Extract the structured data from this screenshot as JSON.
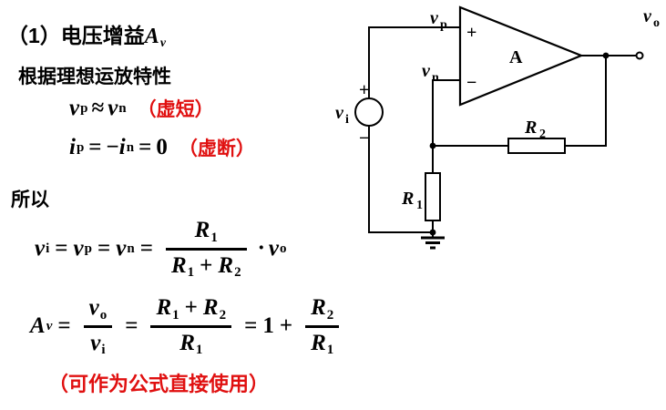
{
  "colors": {
    "accent_red": "#e01010",
    "ink": "#000000"
  },
  "heading": {
    "prefix": "（1）电压增益",
    "var": "A",
    "var_sub": "v"
  },
  "intro": "根据理想运放特性",
  "virtual_short": {
    "v1": "v",
    "v1_sub": "p",
    "rel": "≈",
    "v2": "v",
    "v2_sub": "n",
    "note": "（虚短）"
  },
  "virtual_open": {
    "i1": "i",
    "i1_sub": "p",
    "eq1": "=",
    "neg": "−",
    "i2": "i",
    "i2_sub": "n",
    "eq2": "=",
    "zero": "0",
    "note": "（虚断）"
  },
  "so_word": "所以",
  "formula_vi": {
    "v1": "v",
    "v1_sub": "i",
    "eq1": "=",
    "v2": "v",
    "v2_sub": "p",
    "eq2": "=",
    "v3": "v",
    "v3_sub": "n",
    "eq3": "=",
    "num_r1": "R",
    "num_r1_sub": "1",
    "den_r1": "R",
    "den_r1_sub": "1",
    "den_plus": "+",
    "den_r2": "R",
    "den_r2_sub": "2",
    "cdot": "·",
    "v4": "v",
    "v4_sub": "o"
  },
  "formula_av": {
    "a": "A",
    "a_sub": "v",
    "eq1": "=",
    "f1_num": "v",
    "f1_num_sub": "o",
    "f1_den": "v",
    "f1_den_sub": "i",
    "eq2": "=",
    "f2n_r1": "R",
    "f2n_r1_sub": "1",
    "f2n_plus": "+",
    "f2n_r2": "R",
    "f2n_r2_sub": "2",
    "f2d_r": "R",
    "f2d_r_sub": "1",
    "eq3": "=",
    "one": "1",
    "plus": "+",
    "f3n_r": "R",
    "f3n_r_sub": "2",
    "f3d_r": "R",
    "f3d_r_sub": "1"
  },
  "footer_note": "（可作为公式直接使用）",
  "circuit": {
    "vp": "v",
    "vp_sub": "p",
    "vn": "v",
    "vn_sub": "n",
    "vi": "v",
    "vi_sub": "i",
    "vo": "v",
    "vo_sub": "o",
    "amp_name": "A",
    "amp_plus": "+",
    "amp_minus": "−",
    "src_plus": "+",
    "src_minus": "−",
    "r1": "R",
    "r1_sub": "1",
    "r2": "R",
    "r2_sub": "2"
  }
}
